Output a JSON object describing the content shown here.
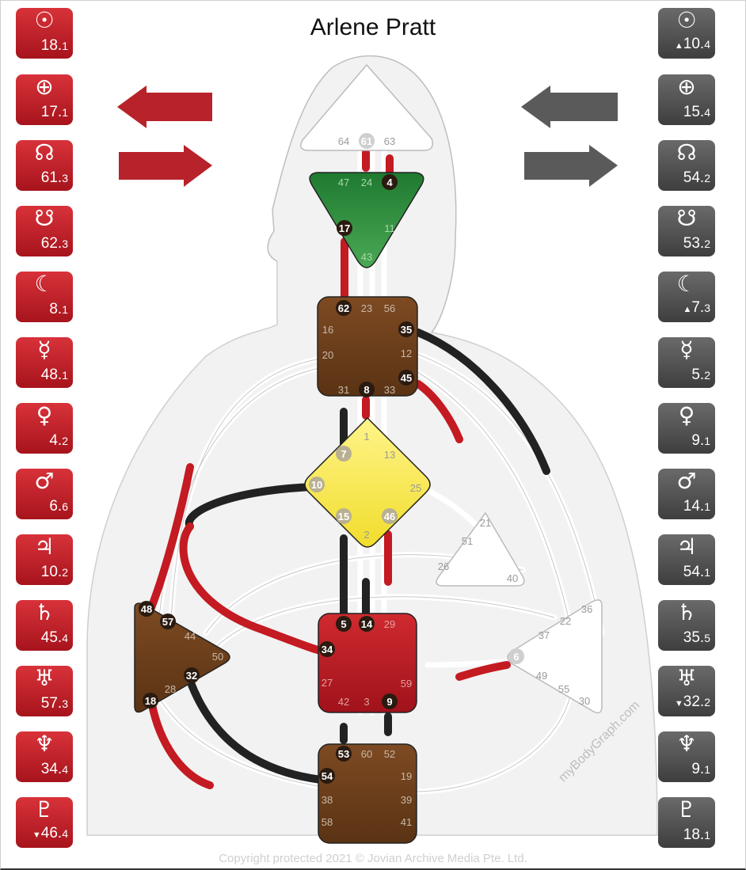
{
  "title": "Arlene Pratt",
  "copyright": "Copyright protected 2021 © Jovian Archive Media Pte. Ltd.",
  "watermark": "myBodyGraph.com",
  "colors": {
    "design": "#c41a22",
    "personality": "#222222",
    "head": "#ffffff",
    "ajna": "#2e8b3e",
    "throat": "#7a4a24",
    "g": "#fff15a",
    "sacral": "#b8161f",
    "root": "#7a4a24",
    "spleen": "#7a4a24",
    "ego": "#ffffff",
    "solar_plexus": "#ffffff"
  },
  "design": [
    {
      "icon": "sun-icon",
      "symbol": "☉",
      "gate": "18",
      "line": "1",
      "mark": ""
    },
    {
      "icon": "earth-icon",
      "symbol": "⊕",
      "gate": "17",
      "line": "1",
      "mark": ""
    },
    {
      "icon": "north-node-icon",
      "symbol": "☊",
      "gate": "61",
      "line": "3",
      "mark": ""
    },
    {
      "icon": "south-node-icon",
      "symbol": "☋",
      "gate": "62",
      "line": "3",
      "mark": ""
    },
    {
      "icon": "moon-icon",
      "symbol": "☾",
      "gate": "8",
      "line": "1",
      "mark": ""
    },
    {
      "icon": "mercury-icon",
      "symbol": "☿",
      "gate": "48",
      "line": "1",
      "mark": ""
    },
    {
      "icon": "venus-icon",
      "symbol": "♀",
      "gate": "4",
      "line": "2",
      "mark": ""
    },
    {
      "icon": "mars-icon",
      "symbol": "♂",
      "gate": "6",
      "line": "6",
      "mark": ""
    },
    {
      "icon": "jupiter-icon",
      "symbol": "♃",
      "gate": "10",
      "line": "2",
      "mark": ""
    },
    {
      "icon": "saturn-icon",
      "symbol": "♄",
      "gate": "45",
      "line": "4",
      "mark": ""
    },
    {
      "icon": "uranus-icon",
      "symbol": "♅",
      "gate": "57",
      "line": "3",
      "mark": ""
    },
    {
      "icon": "neptune-icon",
      "symbol": "♆",
      "gate": "34",
      "line": "4",
      "mark": ""
    },
    {
      "icon": "pluto-icon",
      "symbol": "♇",
      "gate": "46",
      "line": "4",
      "mark": "▼"
    }
  ],
  "personality": [
    {
      "icon": "sun-icon",
      "symbol": "☉",
      "gate": "10",
      "line": "4",
      "mark": "▲"
    },
    {
      "icon": "earth-icon",
      "symbol": "⊕",
      "gate": "15",
      "line": "4",
      "mark": ""
    },
    {
      "icon": "north-node-icon",
      "symbol": "☊",
      "gate": "54",
      "line": "2",
      "mark": ""
    },
    {
      "icon": "south-node-icon",
      "symbol": "☋",
      "gate": "53",
      "line": "2",
      "mark": ""
    },
    {
      "icon": "moon-icon",
      "symbol": "☾",
      "gate": "7",
      "line": "3",
      "mark": "▲"
    },
    {
      "icon": "mercury-icon",
      "symbol": "☿",
      "gate": "5",
      "line": "2",
      "mark": ""
    },
    {
      "icon": "venus-icon",
      "symbol": "♀",
      "gate": "9",
      "line": "1",
      "mark": ""
    },
    {
      "icon": "mars-icon",
      "symbol": "♂",
      "gate": "14",
      "line": "1",
      "mark": ""
    },
    {
      "icon": "jupiter-icon",
      "symbol": "♃",
      "gate": "54",
      "line": "1",
      "mark": ""
    },
    {
      "icon": "saturn-icon",
      "symbol": "♄",
      "gate": "35",
      "line": "5",
      "mark": ""
    },
    {
      "icon": "uranus-icon",
      "symbol": "♅",
      "gate": "32",
      "line": "2",
      "mark": "▼"
    },
    {
      "icon": "neptune-icon",
      "symbol": "♆",
      "gate": "9",
      "line": "1",
      "mark": ""
    },
    {
      "icon": "pluto-icon",
      "symbol": "♇",
      "gate": "18",
      "line": "1",
      "mark": ""
    }
  ],
  "centers": {
    "head": {
      "gates": [
        "64",
        "61",
        "63"
      ],
      "active": [
        "61"
      ]
    },
    "ajna": {
      "gates": [
        "47",
        "24",
        "4",
        "17",
        "11",
        "43"
      ],
      "active": [
        "4",
        "17"
      ]
    },
    "throat": {
      "gates": [
        "62",
        "23",
        "56",
        "16",
        "35",
        "20",
        "12",
        "45",
        "31",
        "8",
        "33"
      ],
      "active": [
        "62",
        "35",
        "45",
        "8"
      ]
    },
    "g": {
      "gates": [
        "1",
        "7",
        "13",
        "10",
        "25",
        "15",
        "46",
        "2"
      ],
      "active": [
        "7",
        "10",
        "15",
        "46"
      ]
    },
    "ego": {
      "gates": [
        "21",
        "51",
        "26",
        "40"
      ],
      "active": []
    },
    "spleen": {
      "gates": [
        "48",
        "57",
        "44",
        "50",
        "32",
        "28",
        "18"
      ],
      "active": [
        "48",
        "57",
        "32",
        "18"
      ]
    },
    "sacral": {
      "gates": [
        "5",
        "14",
        "29",
        "34",
        "27",
        "59",
        "42",
        "3",
        "9"
      ],
      "active": [
        "5",
        "14",
        "34",
        "9"
      ]
    },
    "solar_plexus": {
      "gates": [
        "36",
        "22",
        "37",
        "6",
        "49",
        "55",
        "30"
      ],
      "active": [
        "6"
      ]
    },
    "root": {
      "gates": [
        "53",
        "60",
        "52",
        "54",
        "19",
        "38",
        "39",
        "58",
        "41"
      ],
      "active": [
        "53",
        "54"
      ]
    }
  }
}
